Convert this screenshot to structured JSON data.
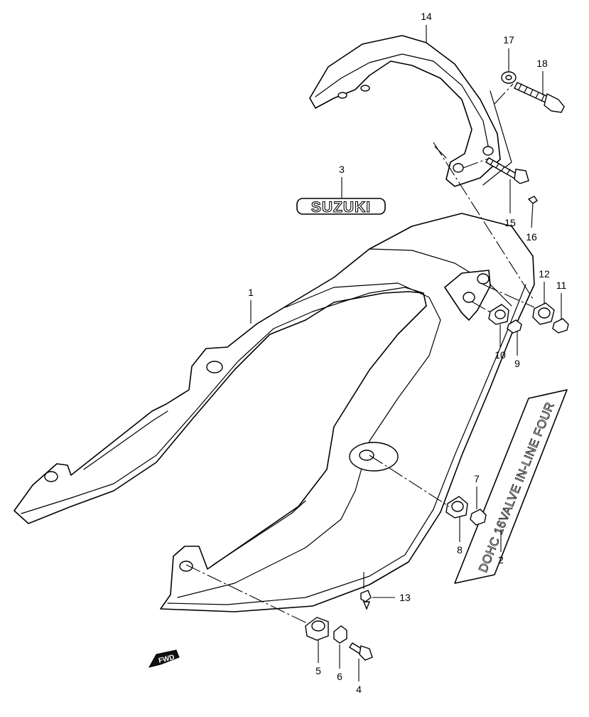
{
  "emblem": {
    "text": "SUZUKI"
  },
  "decal": {
    "text": "DOHC 16VALVE IN-LINE FOUR"
  },
  "direction_marker": {
    "text": "FWD"
  },
  "callouts": [
    "14",
    "17",
    "18",
    "3",
    "15",
    "16",
    "1",
    "12",
    "11",
    "10",
    "9",
    "7",
    "8",
    "2",
    "13",
    "5",
    "6",
    "4"
  ]
}
